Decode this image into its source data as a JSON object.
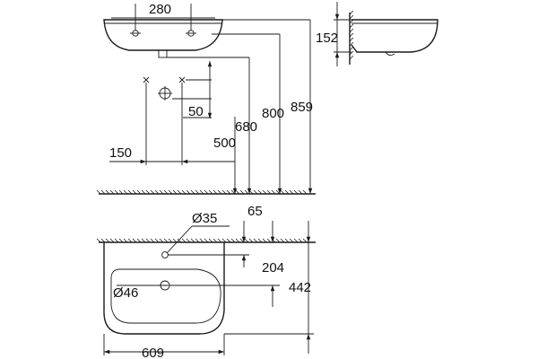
{
  "dimensions": {
    "tap_spacing": "280",
    "depth_side": "152",
    "waste_offset": "50",
    "height_680": "680",
    "height_800": "800",
    "height_859": "859",
    "supply_height": "500",
    "supply_spacing": "150",
    "tap_hole_dia": "Ø35",
    "tap_hole_offset": "65",
    "tap_hole_depth": "204",
    "basin_depth": "442",
    "waste_dia": "Ø46",
    "basin_width": "609"
  },
  "colors": {
    "line": "#1a1a1a",
    "background": "#ffffff"
  }
}
